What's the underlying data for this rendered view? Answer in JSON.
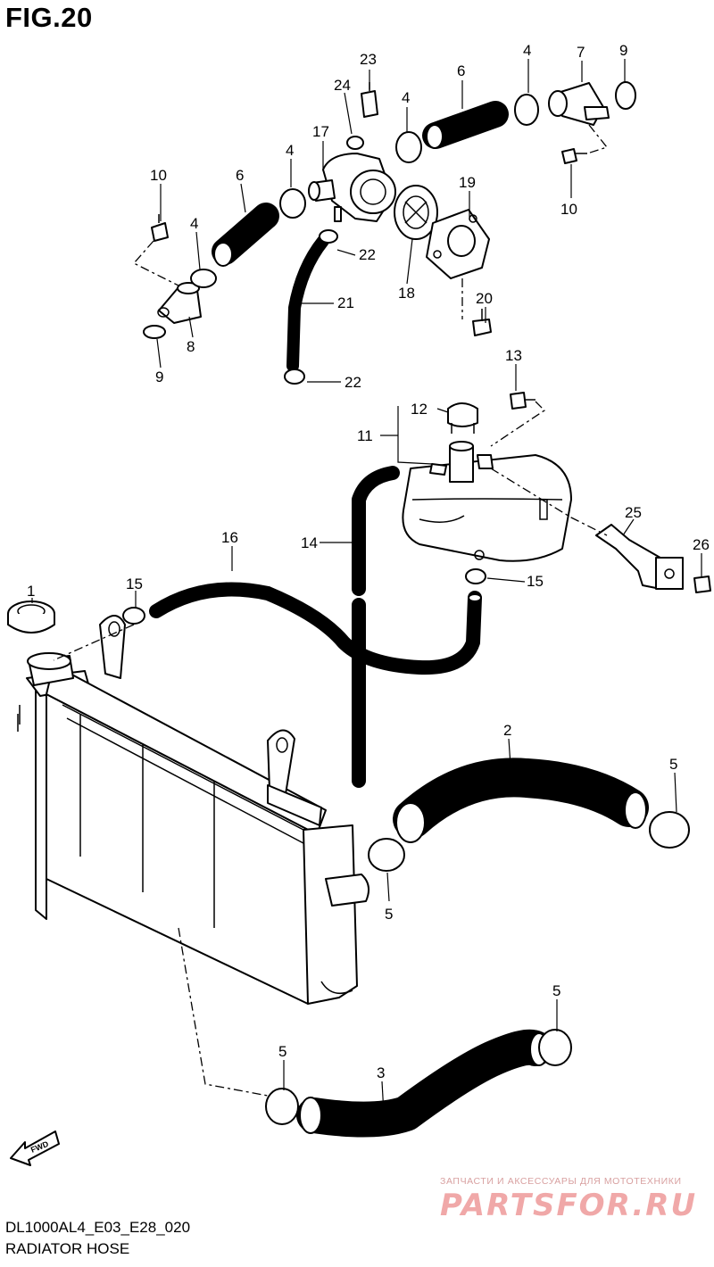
{
  "figure": {
    "title": "FIG.20",
    "code": "DL1000AL4_E03_E28_020",
    "caption": "RADIATOR HOSE"
  },
  "fwd_label": "FWD",
  "watermark": {
    "tagline": "ЗАПЧАСТИ И АКСЕССУАРЫ ДЛЯ МОТОТЕХНИКИ",
    "logo": "PARTSFOR.RU"
  },
  "callouts": [
    {
      "id": "c23",
      "num": "23"
    },
    {
      "id": "c24",
      "num": "24"
    },
    {
      "id": "c4a",
      "num": "4"
    },
    {
      "id": "c6a",
      "num": "6"
    },
    {
      "id": "c4b",
      "num": "4"
    },
    {
      "id": "c7",
      "num": "7"
    },
    {
      "id": "c9a",
      "num": "9"
    },
    {
      "id": "c17",
      "num": "17"
    },
    {
      "id": "c4c",
      "num": "4"
    },
    {
      "id": "c10a",
      "num": "10"
    },
    {
      "id": "c6b",
      "num": "6"
    },
    {
      "id": "c19",
      "num": "19"
    },
    {
      "id": "c4d",
      "num": "4"
    },
    {
      "id": "c10b",
      "num": "10"
    },
    {
      "id": "c22a",
      "num": "22"
    },
    {
      "id": "c21",
      "num": "21"
    },
    {
      "id": "c18",
      "num": "18"
    },
    {
      "id": "c20",
      "num": "20"
    },
    {
      "id": "c8",
      "num": "8"
    },
    {
      "id": "c9b",
      "num": "9"
    },
    {
      "id": "c22b",
      "num": "22"
    },
    {
      "id": "c13",
      "num": "13"
    },
    {
      "id": "c12",
      "num": "12"
    },
    {
      "id": "c11",
      "num": "11"
    },
    {
      "id": "c25",
      "num": "25"
    },
    {
      "id": "c26",
      "num": "26"
    },
    {
      "id": "c16",
      "num": "16"
    },
    {
      "id": "c14",
      "num": "14"
    },
    {
      "id": "c1",
      "num": "1"
    },
    {
      "id": "c15a",
      "num": "15"
    },
    {
      "id": "c15b",
      "num": "15"
    },
    {
      "id": "c2",
      "num": "2"
    },
    {
      "id": "c5a",
      "num": "5"
    },
    {
      "id": "c5b",
      "num": "5"
    },
    {
      "id": "c5c",
      "num": "5"
    },
    {
      "id": "c5d",
      "num": "5"
    },
    {
      "id": "c3",
      "num": "3"
    }
  ]
}
